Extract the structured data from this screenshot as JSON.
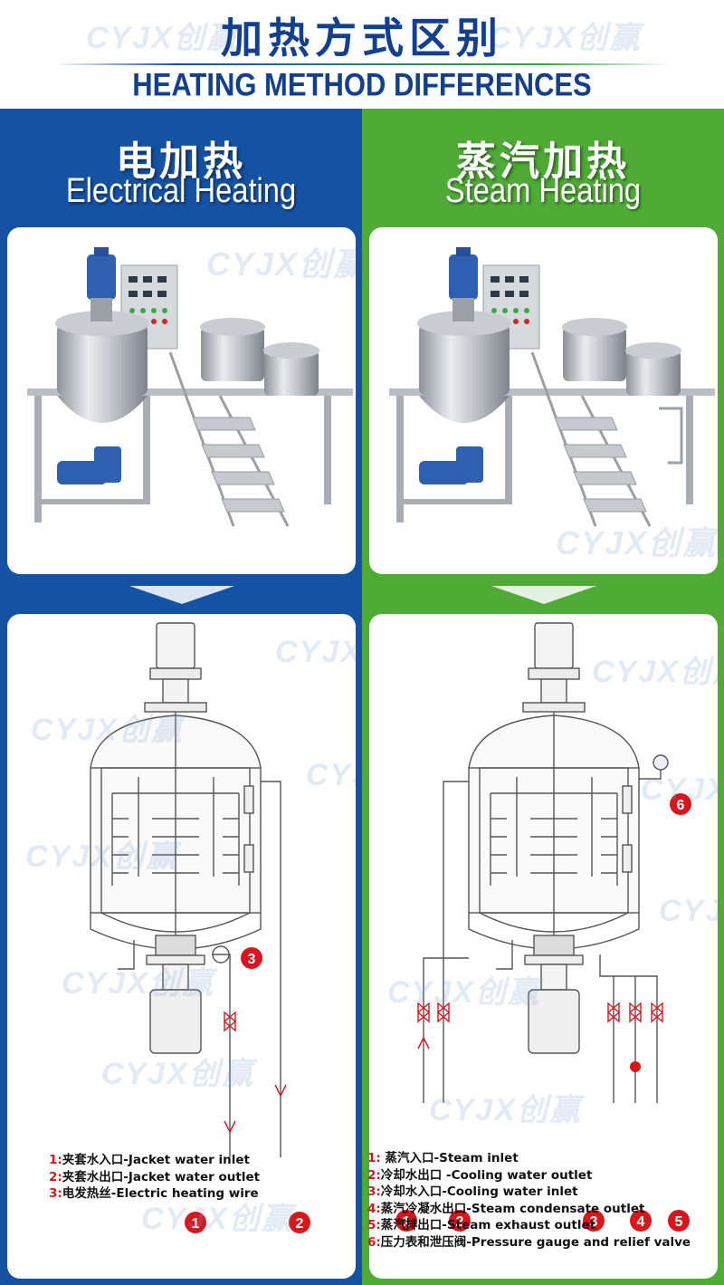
{
  "header": {
    "title_cn": "加热方式区别",
    "title_en": "HEATING METHOD DIFFERENCES"
  },
  "watermark": "CYJX创赢",
  "colors": {
    "left_bg": "#1552a3",
    "right_bg": "#4faa36",
    "title": "#123f8f",
    "marker": "#d8161c"
  },
  "left": {
    "title_cn": "电加热",
    "title_en": "Electrical Heating",
    "photo_icon": "mixing-tank-machine-photo",
    "diagram_icon": "tank-cross-section-diagram",
    "markers": [
      "1",
      "2",
      "3"
    ],
    "legend": [
      {
        "num": "1:",
        "text": "夹套水入口-Jacket water inlet"
      },
      {
        "num": "2:",
        "text": "夹套水出口-Jacket water outlet"
      },
      {
        "num": "3:",
        "text": "电发热丝-Electric heating wire"
      }
    ]
  },
  "right": {
    "title_cn": "蒸汽加热",
    "title_en": "Steam Heating",
    "photo_icon": "mixing-tank-machine-photo",
    "diagram_icon": "tank-cross-section-diagram",
    "markers": [
      "1",
      "2",
      "3",
      "4",
      "5",
      "6"
    ],
    "legend": [
      {
        "num": "1:",
        "text": " 蒸汽入口-Steam inlet"
      },
      {
        "num": "2:",
        "text": "冷却水出口 -Cooling water outlet"
      },
      {
        "num": "3:",
        "text": "冷却水入口-Cooling water inlet"
      },
      {
        "num": "4:",
        "text": "蒸汽冷凝水出口-Steam condensate outlet"
      },
      {
        "num": "5:",
        "text": "蒸汽排出口-Steam exhaust outlet"
      },
      {
        "num": "6:",
        "text": "压力表和泄压阀-Pressure gauge and relief valve"
      }
    ]
  }
}
